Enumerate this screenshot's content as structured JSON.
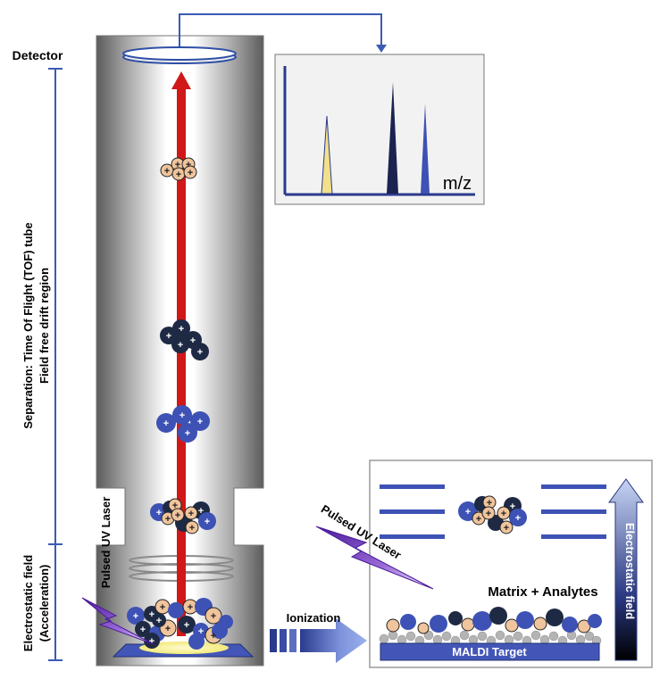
{
  "labels": {
    "detector": "Detector",
    "separation_line1": "Separation: Time Of Flight (TOF) tube",
    "separation_line2": "Field free drift region",
    "electrostatic_line1": "Electrostatic field",
    "electrostatic_line2": "(Acceleration)",
    "pulsed_uv_laser_left": "Pulsed UV Laser",
    "ionization": "Ionization",
    "pulsed_uv_laser_right": "Pulsed UV Laser",
    "matrix_analytes": "Matrix + Analytes",
    "maldi_target": "MALDI Target",
    "electrostatic_field_inset": "Electrostatic field",
    "spectrum_axis": "m/z",
    "ion_charge": "+"
  },
  "colors": {
    "analyte_light": "#f0c49c",
    "analyte_dark": "#1e2a44",
    "analyte_blue": "#3d52b4",
    "laser_beam": "#d01818",
    "frame_blue": "#3b5bb5",
    "peak_yellow": "#f2e08a",
    "peak_navy": "#1c2350",
    "peak_blue": "#3d52b4",
    "laser_bolt": "#6a2bbd"
  }
}
